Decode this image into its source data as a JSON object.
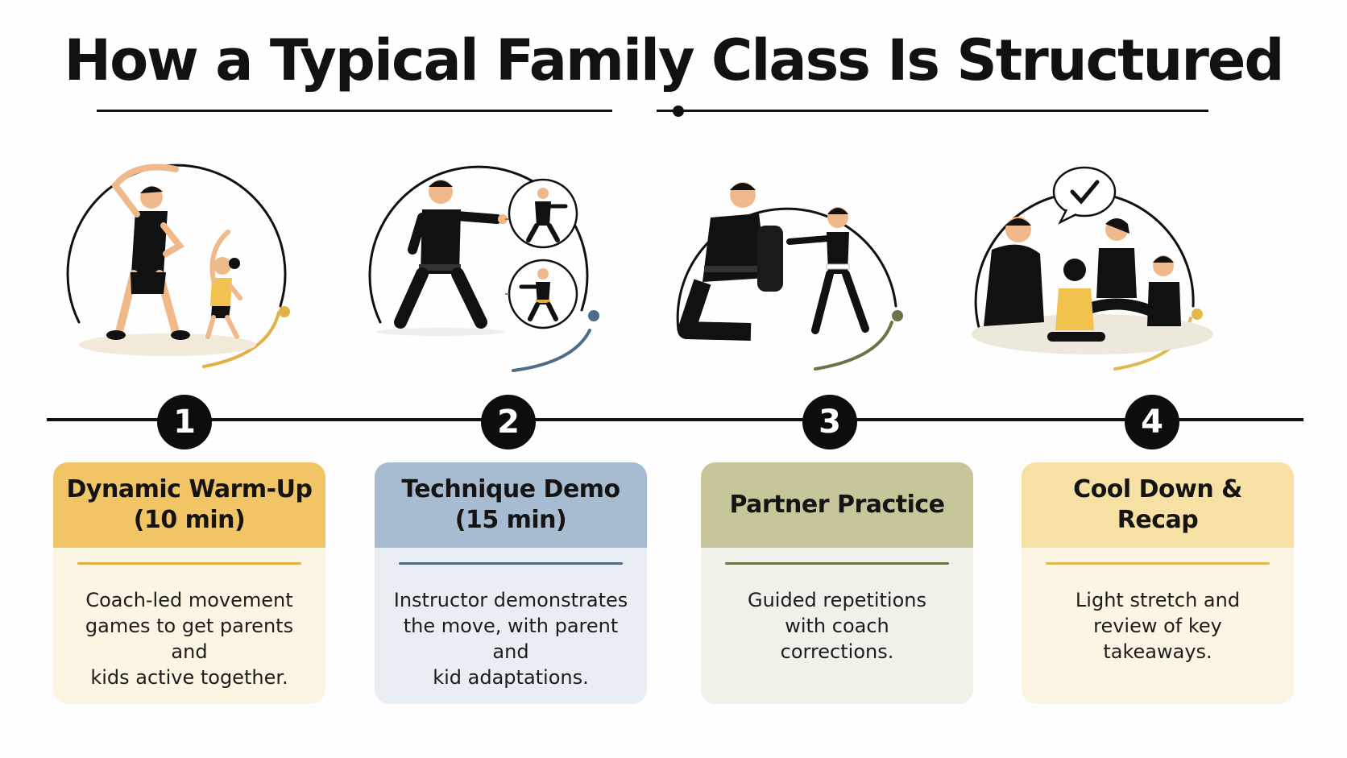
{
  "title": "How a Typical Family Class Is Structured",
  "colors": {
    "step1": "#f1c566",
    "step1_bg": "#fdf5e4",
    "step1_line": "#e2b046",
    "step2": "#a7bcd0",
    "step2_bg": "#e9eef4",
    "step2_line": "#4f6b86",
    "step3": "#c6c69a",
    "step3_bg": "#f1f1e9",
    "step3_line": "#6b7448",
    "step4": "#f6e0a4",
    "step4_bg": "#fdf5e3",
    "step4_line": "#e2b94f"
  },
  "steps": [
    {
      "number": "1",
      "title": "Dynamic Warm-Up\n(10 min)",
      "description": "Coach-led movement\ngames to get parents and\nkids active together.",
      "icon": "parent-child-stretching-illustration"
    },
    {
      "number": "2",
      "title": "Technique Demo\n(15 min)",
      "description": "Instructor demonstrates\nthe move, with parent and\nkid adaptations.",
      "icon": "instructor-punch-demo-illustration"
    },
    {
      "number": "3",
      "title": "Partner Practice",
      "description": "Guided repetitions\nwith coach\ncorrections.",
      "icon": "pad-holding-partner-illustration"
    },
    {
      "number": "4",
      "title": "Cool Down & Recap",
      "description": "Light stretch and\nreview of key\ntakeaways.",
      "icon": "family-circle-recap-illustration"
    }
  ]
}
